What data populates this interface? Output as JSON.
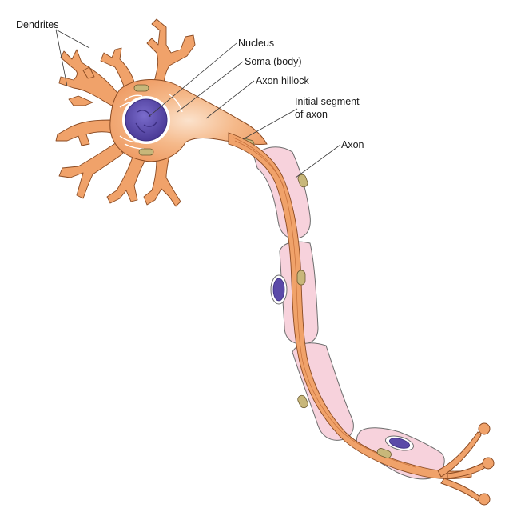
{
  "labels": {
    "dendrites": "Dendrites",
    "nucleus": "Nucleus",
    "soma": "Soma (body)",
    "axon_hillock": "Axon hillock",
    "initial_segment_line1": "Initial segment",
    "initial_segment_line2": "of axon",
    "axon": "Axon"
  },
  "colors": {
    "cell_body": "#f0a26a",
    "cell_outline": "#8a4a22",
    "nucleus": "#5b4aa8",
    "myelin": "#f7d2dc",
    "myelin_outline": "#6d6d6d",
    "mitochondria": "#c8b77a"
  }
}
